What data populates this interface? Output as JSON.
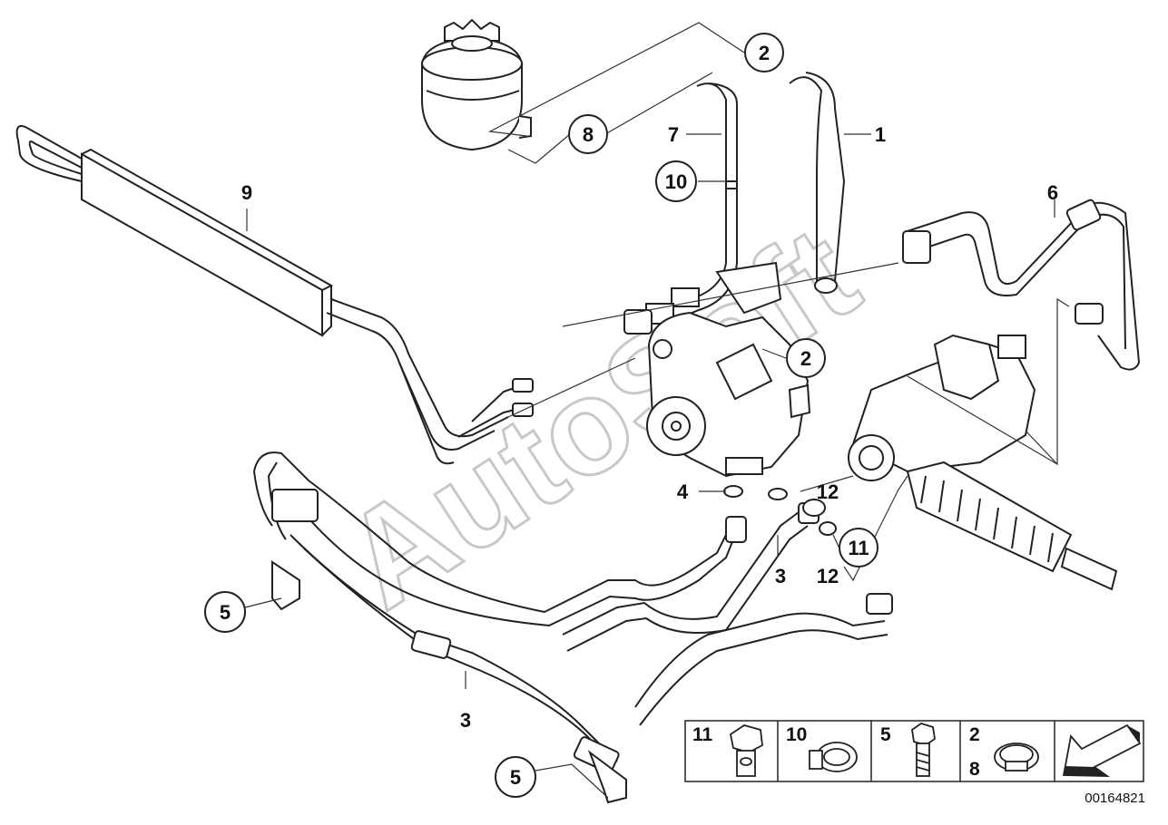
{
  "watermark": "AutoSoft",
  "document_number": "00164821",
  "callouts": {
    "c1": "1",
    "c2_top": "2",
    "c2_mid": "2",
    "c3_lower": "3",
    "c3_mid": "3",
    "c4": "4",
    "c5_left": "5",
    "c5_bottom": "5",
    "c6": "6",
    "c7": "7",
    "c8": "8",
    "c9": "9",
    "c10": "10",
    "c11": "11",
    "c12_top": "12",
    "c12_bottom": "12"
  },
  "legend": {
    "item_11": "11",
    "item_10": "10",
    "item_5": "5",
    "item_2": "2",
    "item_8": "8"
  }
}
